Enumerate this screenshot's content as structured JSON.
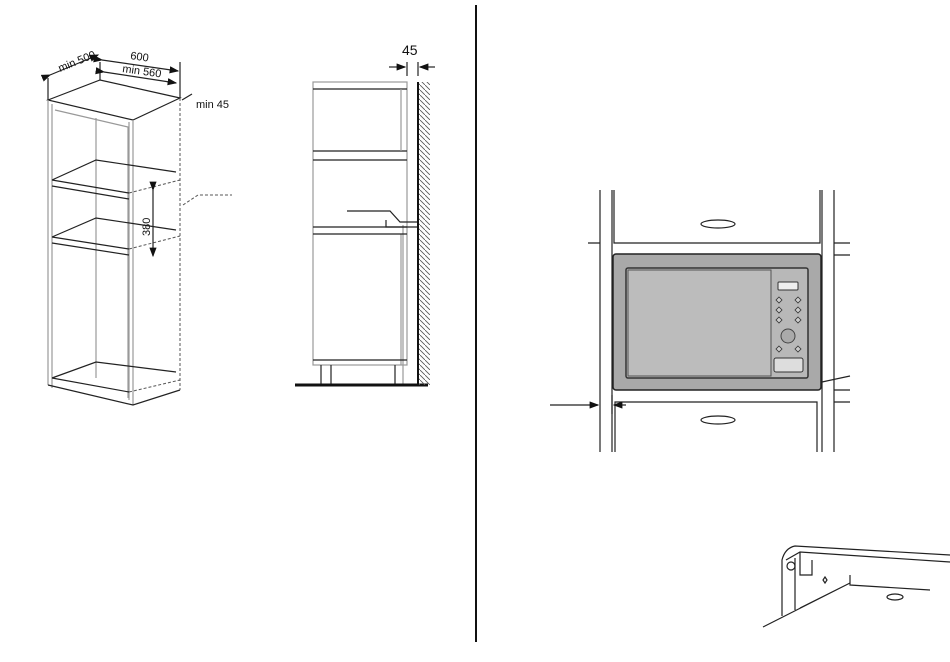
{
  "cabinet_diagram": {
    "depth_label": "min 500",
    "width_label": "600",
    "inner_width_label": "min 560",
    "clearance_label": "min 45",
    "niche_height_label": "380"
  },
  "side_view": {
    "wall_gap_label": "45"
  }
}
